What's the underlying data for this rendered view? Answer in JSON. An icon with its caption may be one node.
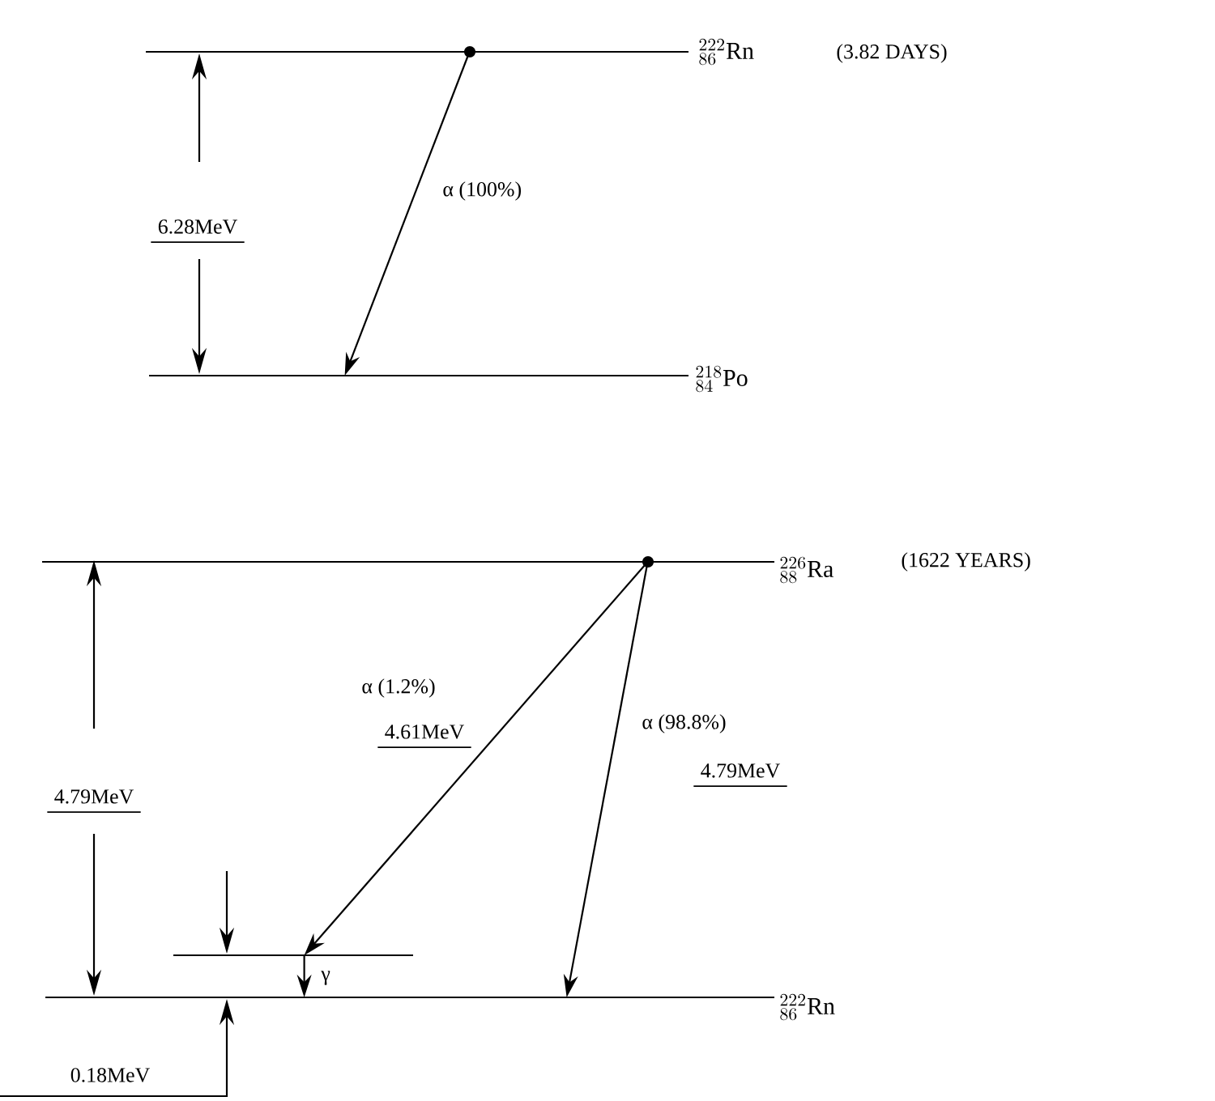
{
  "diagram": {
    "nodes": [
      {
        "text": [
          "{}^{222}_{86}\\mathrm{Rn}"
        ],
        "beside": [
          "(3.82 DAYS)"
        ]
      },
      {
        "text": [
          "{}^{218}_{84}\\mathrm{Po}"
        ]
      },
      {
        "text": [
          "{}^{226}_{88}\\mathrm{Ra}"
        ],
        "beside": [
          "(1622 YEARS)"
        ]
      },
      {
        "text": [],
        "shape": "bar"
      },
      {
        "text": [
          "{}^{222}_{86}\\mathrm{Rn}"
        ]
      }
    ],
    "edges": [
      {
        "from": 0,
        "to": 1,
        "arrow": "to",
        "label": "α (100%)"
      },
      {
        "from": 2,
        "to": 3,
        "arrow": "to",
        "label": "α (1.2%)"
      },
      {
        "from": 2,
        "to": 4,
        "arrow": "to",
        "label": "α (98.8%)"
      },
      {
        "from": 3,
        "to": 4,
        "arrow": "to",
        "label": "γ"
      }
    ],
    "labels": [
      "6.28MeV",
      "4.61MeV",
      "4.79MeV",
      "4.79MeV",
      "0.18MeV"
    ]
  }
}
